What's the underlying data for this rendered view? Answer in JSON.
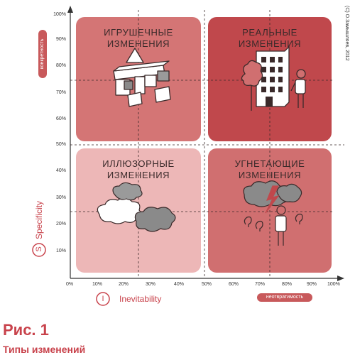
{
  "quadrants": {
    "toy": {
      "title_line1": "ИГРУШЕЧНЫЕ",
      "title_line2": "ИЗМЕНЕНИЯ",
      "color": "#d47575"
    },
    "real": {
      "title_line1": "РЕАЛЬНЫЕ",
      "title_line2": "ИЗМЕНЕНИЯ",
      "color": "#c0484c"
    },
    "illusory": {
      "title_line1": "ИЛЛЮЗОРНЫЕ",
      "title_line2": "ИЗМЕНЕНИЯ",
      "color": "#edb7b7"
    },
    "oppressive": {
      "title_line1": "УГНЕТАЮЩИЕ",
      "title_line2": "ИЗМЕНЕНИЯ",
      "color": "#d06f70"
    }
  },
  "axes": {
    "y_ticks": [
      "100%",
      "90%",
      "80%",
      "70%",
      "60%",
      "50%",
      "40%",
      "30%",
      "20%",
      "10%"
    ],
    "x_ticks": [
      "0%",
      "10%",
      "20%",
      "30%",
      "40%",
      "50%",
      "60%",
      "70%",
      "80%",
      "90%",
      "100%"
    ],
    "y_pill": "конкретность",
    "x_pill": "неотвратимость",
    "y_label": "Specificity",
    "y_letter": "S",
    "x_label": "Inevitability",
    "x_letter": "I"
  },
  "copyright": "(C) О.Замышляев, 2012",
  "figure": {
    "number": "Рис. 1",
    "caption": "Типы изменений"
  },
  "colors": {
    "accent": "#c8424b",
    "axis": "#333333"
  }
}
